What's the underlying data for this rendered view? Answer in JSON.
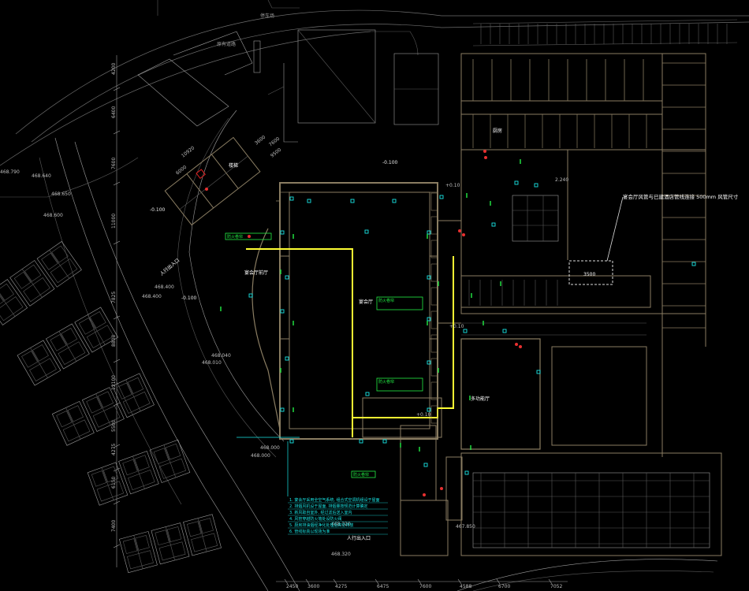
{
  "drawing": {
    "elev_top_left": "468.790",
    "elev_left_1": "468.640",
    "elev_left_2": "468.650",
    "elev_left_3": "468.600",
    "elev_minus_1": "-0.100",
    "elev_minus_2": "-0.100",
    "elev_minus_3": "-0.100",
    "elev_468_400": "468.400",
    "elev_468_040": "468.040",
    "elev_468_010": "468.010",
    "elev_468_000": "468.000",
    "elev_468_320": "468.320",
    "elev_467_850": "467.850",
    "elev_2_240": "2.240",
    "elev_plus_1": "+0.10",
    "elev_plus_2": "+0.10",
    "elev_plus_3": "+0.10",
    "top_label_1": "停车场",
    "top_label_2": "原有道路",
    "hall_main_label": "宴会厅",
    "hall_left_label": "宴会厅前厅",
    "hall_right_label": "多功能厅",
    "kitchen_label": "厨房",
    "stair_label": "楼梯",
    "entrance_label_1": "人行出入口",
    "entrance_label_2": "人行出入口",
    "right_annotation": "宴会厅风管与已建酒店管线连接 500mm 风管尺寸",
    "box_label": "3500",
    "green_tag_1": "防火卷帘",
    "green_tag_2": "防火卷帘",
    "green_tag_3": "防火卷帘",
    "green_tag_4": "防火卷帘",
    "cyan_notes": [
      "1. 宴会厅采用全空气系统, 组合式空调机组设于屋面",
      "2. 排烟风机设于屋面, 排烟量按规范计算确定",
      "3. 新风取自室外, 经过滤后送入室内",
      "4. 风管穿越防火墙处设防火阀",
      "5. 厨房排油烟经净化处理后高空排放",
      "6. 管线标高以现场为准"
    ],
    "dims_left": [
      "4200",
      "6400",
      "7600",
      "11000",
      "7825",
      "8800",
      "12100",
      "5500",
      "4275",
      "6150",
      "7400"
    ],
    "dims_bottom": [
      "2450",
      "3600",
      "4275",
      "6475",
      "7600",
      "4588",
      "6700",
      "7052"
    ],
    "dims_top": [
      "3600",
      "7600",
      "9500",
      "10920",
      "6000"
    ]
  }
}
